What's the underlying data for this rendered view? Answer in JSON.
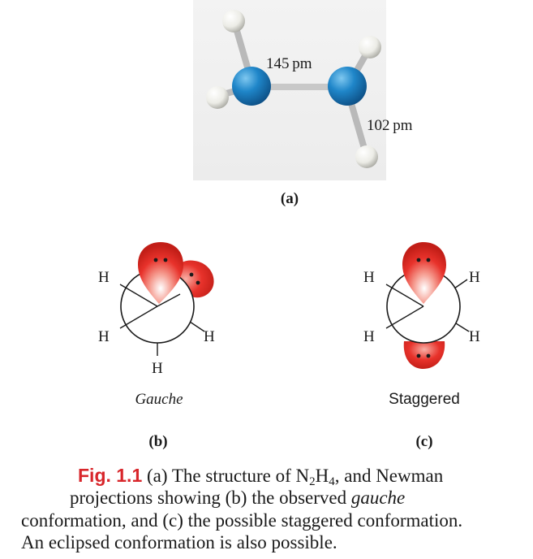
{
  "bond_lengths": {
    "nn": "145 pm",
    "nh": "102 pm"
  },
  "panel_labels": {
    "a": "(a)",
    "b": "(b)",
    "c": "(c)"
  },
  "atom_label": "H",
  "gauche_title": "Gauche",
  "staggered_title": "Staggered",
  "caption": {
    "fig_label": "Fig. 1.1",
    "line1_a": " (a) The structure of N",
    "sub2": "2",
    "mid": "H",
    "sub4": "4",
    "line1_b": ", and Newman",
    "line2_a": "projections showing (b) the observed ",
    "gauche_word": "gauche",
    "line3": "conformation, and (c) the possible staggered conformation.",
    "line4": "An eclipsed conformation is also possible."
  },
  "colors": {
    "nitrogen": "#1f86c9",
    "lone_pair": "#e8322b",
    "hydrogen": "#f2f2ee",
    "accent": "#d8262b"
  }
}
